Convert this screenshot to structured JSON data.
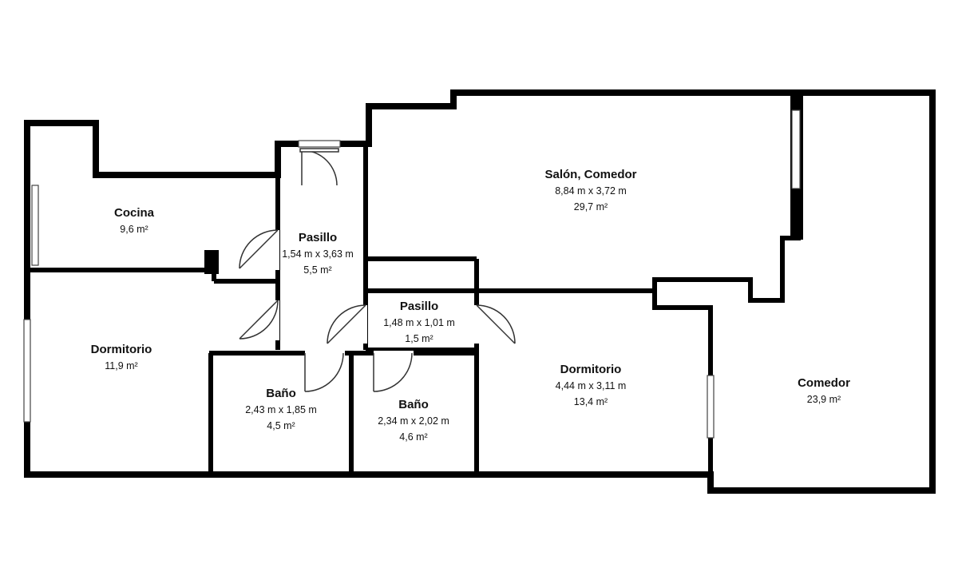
{
  "floor_plan": {
    "wall_color": "#000000",
    "window_color": "#ffffff",
    "door_color": "#333333",
    "rooms": [
      {
        "id": "cocina",
        "name": "Cocina",
        "dims": "",
        "area": "9,6 m²"
      },
      {
        "id": "pasillo-1",
        "name": "Pasillo",
        "dims": "1,54 m x 3,63 m",
        "area": "5,5 m²"
      },
      {
        "id": "salon-comedor",
        "name": "Salón, Comedor",
        "dims": "8,84 m x 3,72 m",
        "area": "29,7 m²"
      },
      {
        "id": "pasillo-2",
        "name": "Pasillo",
        "dims": "1,48 m x 1,01 m",
        "area": "1,5 m²"
      },
      {
        "id": "dormitorio-1",
        "name": "Dormitorio",
        "dims": "",
        "area": "11,9 m²"
      },
      {
        "id": "bano-1",
        "name": "Baño",
        "dims": "2,43 m x 1,85 m",
        "area": "4,5 m²"
      },
      {
        "id": "bano-2",
        "name": "Baño",
        "dims": "2,34 m x 2,02 m",
        "area": "4,6 m²"
      },
      {
        "id": "dormitorio-2",
        "name": "Dormitorio",
        "dims": "4,44 m x 3,11 m",
        "area": "13,4 m²"
      },
      {
        "id": "comedor",
        "name": "Comedor",
        "dims": "",
        "area": "23,9 m²"
      }
    ]
  }
}
